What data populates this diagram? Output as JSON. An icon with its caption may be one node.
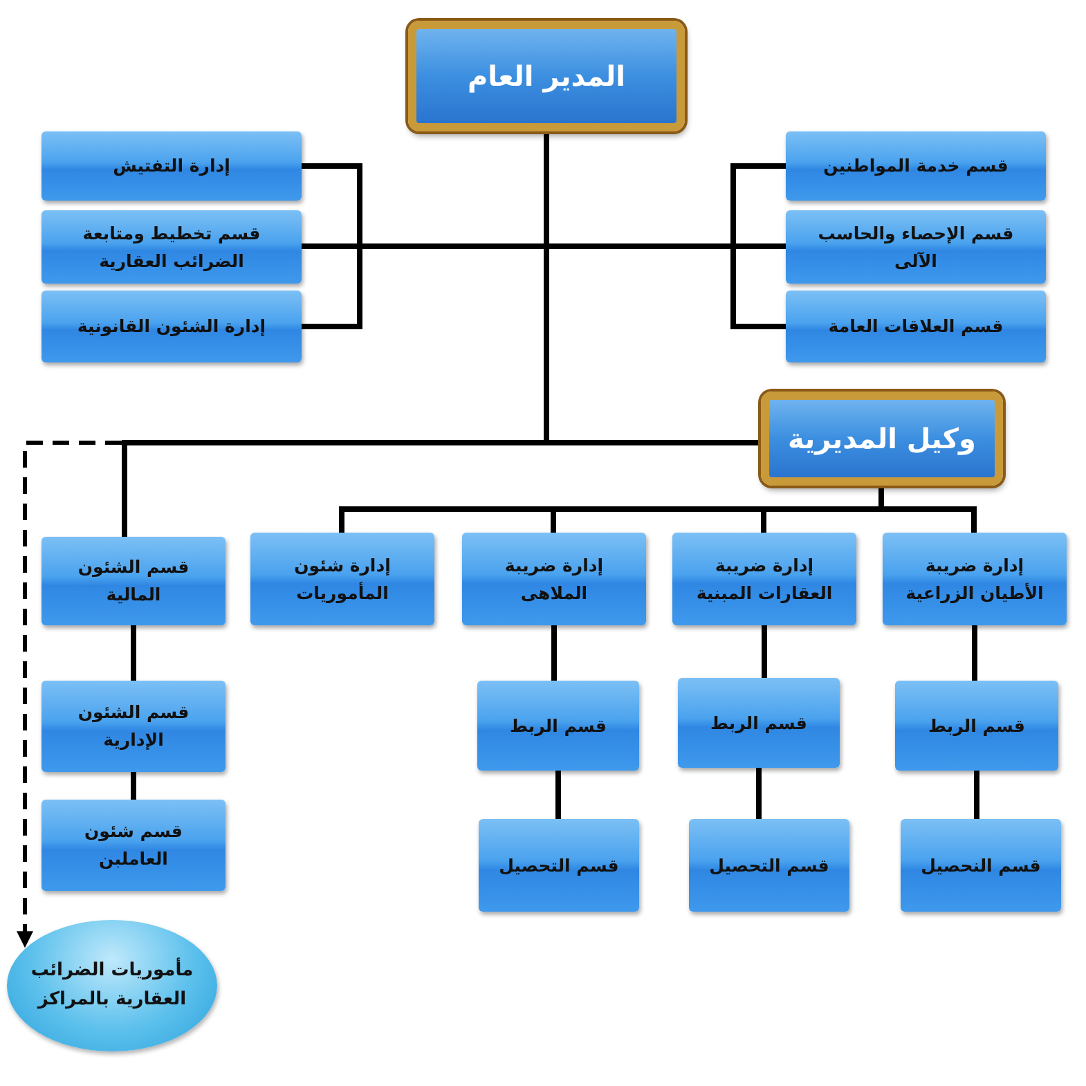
{
  "diagram": {
    "nodes": [
      {
        "text": [
          "المدير العام"
        ]
      },
      {
        "text": [
          "إدارة التفتيش"
        ]
      },
      {
        "text": [
          "قسم تخطيط ومتابعة الضرائب العقارية"
        ]
      },
      {
        "text": [
          "إدارة الشئون القانونية"
        ]
      },
      {
        "text": [
          "قسم خدمة المواطنين"
        ]
      },
      {
        "text": [
          "قسم الإحصاء والحاسب الآلى"
        ]
      },
      {
        "text": [
          "قسم العلاقات العامة"
        ]
      },
      {
        "text": [
          "وكيل المديرية"
        ]
      },
      {
        "text": [
          "قسم الشئون المالية"
        ]
      },
      {
        "text": [
          "إدارة شئون المأموريات"
        ]
      },
      {
        "text": [
          "إدارة ضريبة الملاهى"
        ]
      },
      {
        "text": [
          "إدارة ضريبة العقارات المبنية"
        ]
      },
      {
        "text": [
          "إدارة ضريبة الأطيان الزراعية"
        ]
      },
      {
        "text": [
          "قسم الشئون الإدارية"
        ]
      },
      {
        "text": [
          "قسم شئون العاملبن"
        ]
      },
      {
        "text": [
          "قسم الربط"
        ]
      },
      {
        "text": [
          "قسم الربط"
        ]
      },
      {
        "text": [
          "قسم الربط"
        ]
      },
      {
        "text": [
          "قسم التحصيل"
        ]
      },
      {
        "text": [
          "قسم التحصيل"
        ]
      },
      {
        "text": [
          "قسم النحصيل"
        ]
      },
      {
        "text": [
          "مأموريات الضرائب العقارية بالمراكز"
        ]
      }
    ],
    "edges": [
      {
        "from": 0,
        "to": 1,
        "arrow": "none"
      },
      {
        "from": 0,
        "to": 2,
        "arrow": "none"
      },
      {
        "from": 0,
        "to": 3,
        "arrow": "none"
      },
      {
        "from": 0,
        "to": 4,
        "arrow": "none"
      },
      {
        "from": 0,
        "to": 5,
        "arrow": "none"
      },
      {
        "from": 0,
        "to": 6,
        "arrow": "none"
      },
      {
        "from": 0,
        "to": 7,
        "arrow": "none"
      },
      {
        "from": 0,
        "to": 8,
        "arrow": "none"
      },
      {
        "from": 0,
        "to": 21,
        "arrow": "to",
        "style": "dashed"
      },
      {
        "from": 7,
        "to": 9,
        "arrow": "none"
      },
      {
        "from": 7,
        "to": 10,
        "arrow": "none"
      },
      {
        "from": 7,
        "to": 11,
        "arrow": "none"
      },
      {
        "from": 7,
        "to": 12,
        "arrow": "none"
      },
      {
        "from": 8,
        "to": 13,
        "arrow": "none"
      },
      {
        "from": 13,
        "to": 14,
        "arrow": "none"
      },
      {
        "from": 10,
        "to": 15,
        "arrow": "none"
      },
      {
        "from": 15,
        "to": 18,
        "arrow": "none"
      },
      {
        "from": 11,
        "to": 16,
        "arrow": "none"
      },
      {
        "from": 16,
        "to": 19,
        "arrow": "none"
      },
      {
        "from": 12,
        "to": 17,
        "arrow": "none"
      },
      {
        "from": 17,
        "to": 20,
        "arrow": "none"
      }
    ]
  }
}
